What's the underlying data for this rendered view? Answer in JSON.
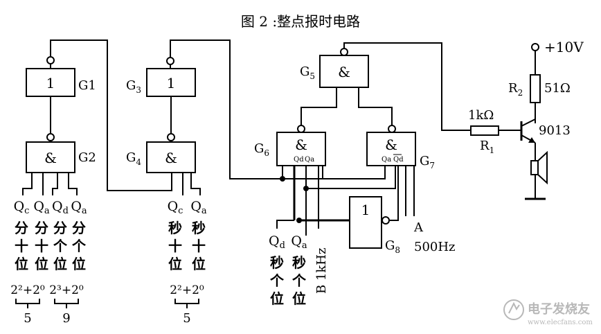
{
  "title": "图 2 :整点报时电路",
  "gates": {
    "g1": {
      "symbol": "1",
      "label": "G1"
    },
    "g2": {
      "symbol": "&",
      "label": "G2"
    },
    "g3": {
      "symbol": "1",
      "label": "G",
      "sub": "3"
    },
    "g4": {
      "symbol": "&",
      "label": "G",
      "sub": "4"
    },
    "g5": {
      "symbol": "&",
      "label": "G",
      "sub": "5"
    },
    "g6": {
      "symbol": "&",
      "label": "G",
      "sub": "6",
      "in_a": "Qd",
      "in_b": "Qa"
    },
    "g7": {
      "symbol": "&",
      "label": "G",
      "sub": "7",
      "in_a": "Qa",
      "in_b": "Qd"
    },
    "g8": {
      "symbol": "1",
      "label": "G",
      "sub": "8"
    }
  },
  "power": {
    "label": "+10V"
  },
  "r2": {
    "name": "R",
    "sub": "2",
    "value": "51Ω"
  },
  "r1": {
    "name": "R",
    "sub": "1",
    "value": "1kΩ"
  },
  "transistor": {
    "label": "9013"
  },
  "inputs_minute": [
    {
      "q": "Q",
      "sub": "c",
      "chars": [
        "分",
        "十",
        "位"
      ]
    },
    {
      "q": "Q",
      "sub": "a",
      "chars": [
        "分",
        "十",
        "位"
      ]
    },
    {
      "q": "Q",
      "sub": "d",
      "chars": [
        "分",
        "个",
        "位"
      ]
    },
    {
      "q": "Q",
      "sub": "a",
      "chars": [
        "分",
        "个",
        "位"
      ]
    }
  ],
  "minute_sums": [
    {
      "expr": "2²+2⁰",
      "value": "5"
    },
    {
      "expr": "2³+2⁰",
      "value": "9"
    }
  ],
  "inputs_second_tens": [
    {
      "q": "Q",
      "sub": "c",
      "chars": [
        "秒",
        "十",
        "位"
      ]
    },
    {
      "q": "Q",
      "sub": "a",
      "chars": [
        "秒",
        "十",
        "位"
      ]
    }
  ],
  "second_tens_sum": {
    "expr": "2²+2⁰",
    "value": "5"
  },
  "inputs_second_units": [
    {
      "q": "Q",
      "sub": "d",
      "chars": [
        "秒",
        "个",
        "位"
      ]
    },
    {
      "q": "Q",
      "sub": "a",
      "chars": [
        "秒",
        "个",
        "位"
      ]
    }
  ],
  "signal_b": "B 1kHz",
  "signal_a": {
    "letter": "A",
    "freq": "500Hz"
  },
  "watermark": {
    "text": "电子发烧友",
    "url": "www.elecfans.com"
  }
}
